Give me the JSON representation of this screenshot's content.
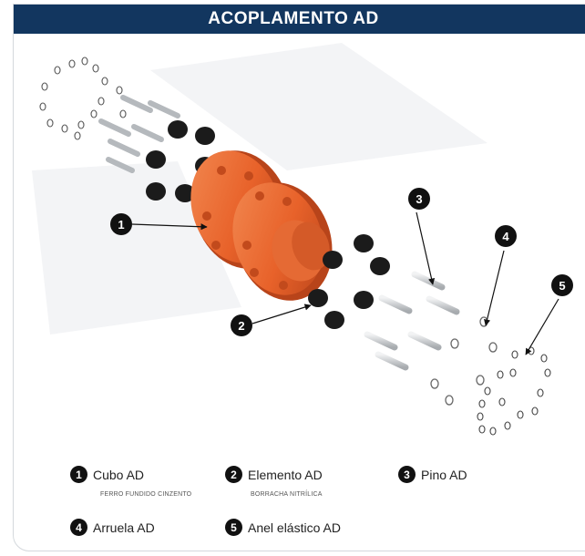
{
  "header": {
    "title": "ACOPLAMENTO AD"
  },
  "callouts": [
    "1",
    "2",
    "3",
    "4",
    "5"
  ],
  "legend": {
    "items": [
      {
        "num": "1",
        "label": "Cubo AD",
        "sub": "FERRO FUNDIDO CINZENTO"
      },
      {
        "num": "2",
        "label": "Elemento AD",
        "sub": "BORRACHA NITRÍLICA"
      },
      {
        "num": "3",
        "label": "Pino AD",
        "sub": ""
      },
      {
        "num": "4",
        "label": "Arruela AD",
        "sub": ""
      },
      {
        "num": "5",
        "label": "Anel elástico AD",
        "sub": ""
      }
    ]
  },
  "colors": {
    "header_bg": "#12365f",
    "hub": "#e8622a",
    "rubber": "#1a1a1a",
    "pin": "#cfd2d5"
  }
}
